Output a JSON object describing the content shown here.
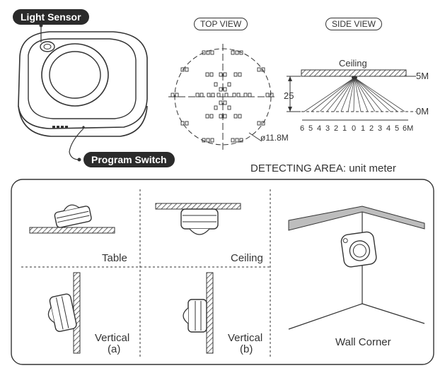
{
  "labels": {
    "light_sensor": "Light Sensor",
    "program_switch": "Program Switch",
    "top_view": "TOP VIEW",
    "side_view": "SIDE VIEW",
    "ceiling": "Ceiling",
    "five_m": "5M",
    "zero_m": "0M",
    "height": "25",
    "diameter": "ø11.8M",
    "scale": [
      "6",
      "5",
      "4",
      "3",
      "2",
      "1",
      "0",
      "1",
      "2",
      "3",
      "4",
      "5",
      "6M"
    ],
    "detecting_area": "DETECTING AREA:  unit  meter"
  },
  "mounting": {
    "table": "Table",
    "ceiling": "Ceiling",
    "vertical_a_line1": "Vertical",
    "vertical_a_line2": "(a)",
    "vertical_b_line1": "Vertical",
    "vertical_b_line2": "(b)",
    "wall_corner": "Wall Corner"
  },
  "colors": {
    "pill_bg": "#2b2b2b",
    "line": "#333333",
    "hatch": "#555555"
  }
}
